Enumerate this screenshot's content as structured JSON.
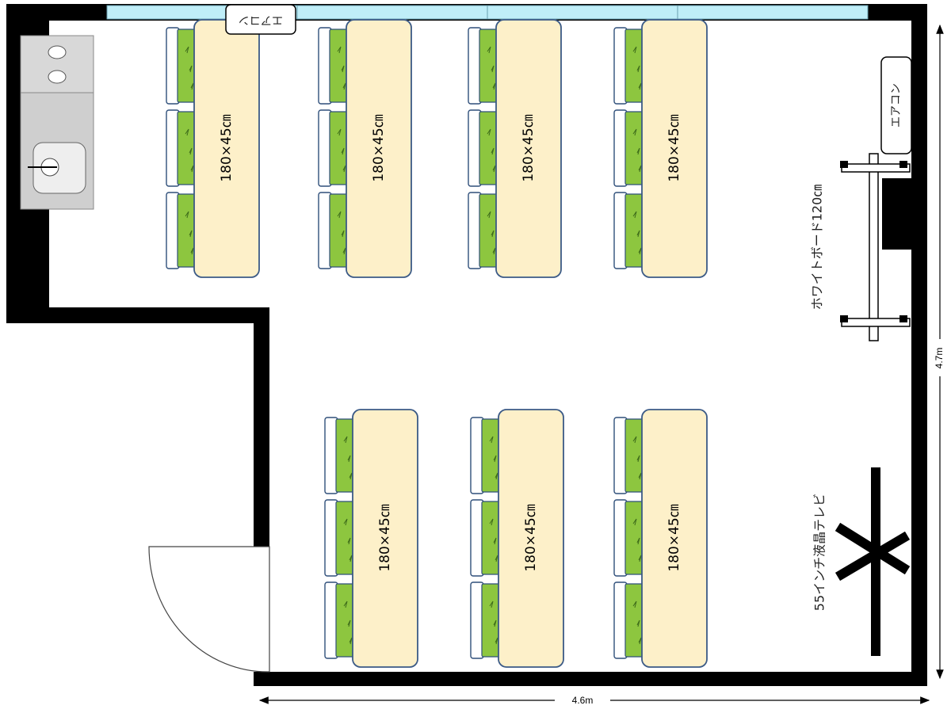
{
  "room": {
    "width_label": "4.6m",
    "height_label": "4.7m"
  },
  "table_label": "180×45㎝",
  "aircon_top_label": "エアコン",
  "aircon_right_label": "エアコン",
  "whiteboard_label": "ホワイトボード120㎝",
  "tv_label": "55インチ液晶テレビ",
  "colors": {
    "wall": "#000000",
    "window": "#bfeef8",
    "table_fill": "#fdf0c9",
    "table_stroke": "#3b5a86",
    "chair_seat": "#8dc63f",
    "chair_back": "#ffffff",
    "sink": "#d8d8d8"
  },
  "icons": {
    "stove": "stove-icon",
    "sink": "sink-icon",
    "door": "door-swing-icon",
    "tv": "tv-stand-icon"
  }
}
